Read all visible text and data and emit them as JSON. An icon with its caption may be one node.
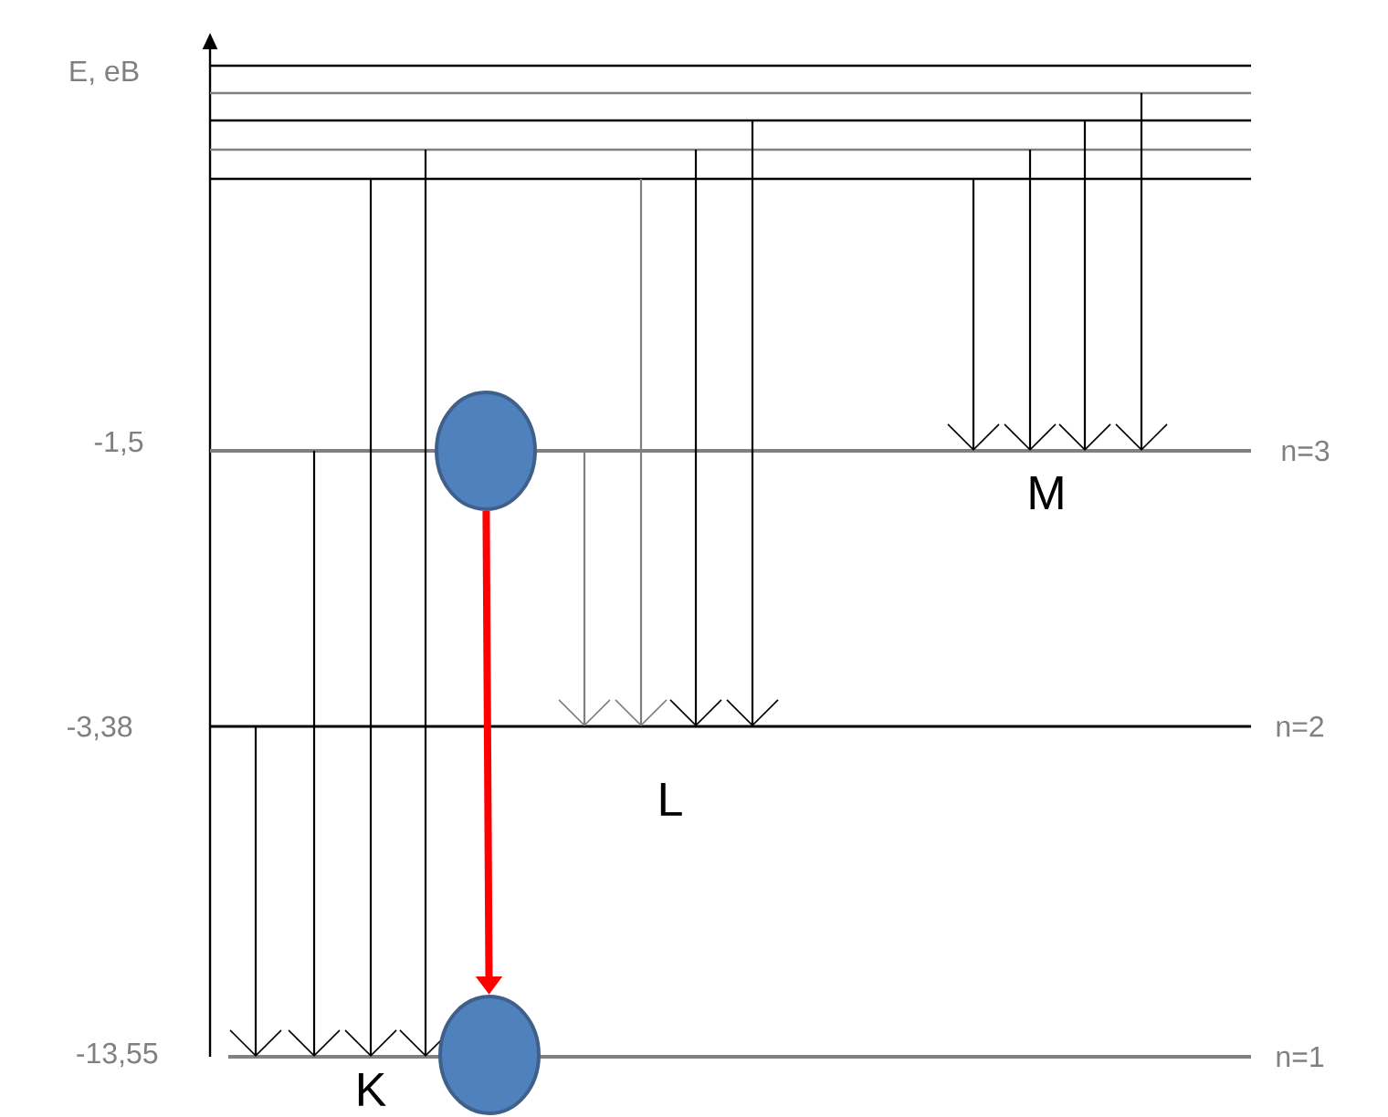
{
  "diagram": {
    "nodes": [
      {
        "text": [],
        "shape": "circle"
      },
      {
        "text": [],
        "shape": "circle"
      }
    ],
    "edges": [
      {
        "from": 0,
        "to": 1,
        "arrow": "to",
        "color": "#ff0000"
      }
    ],
    "labels": [
      "E, eВ",
      "-1,5",
      "n=3",
      "M",
      "-3,38",
      "n=2",
      "L",
      "-13,55",
      "K",
      "n=1"
    ]
  }
}
